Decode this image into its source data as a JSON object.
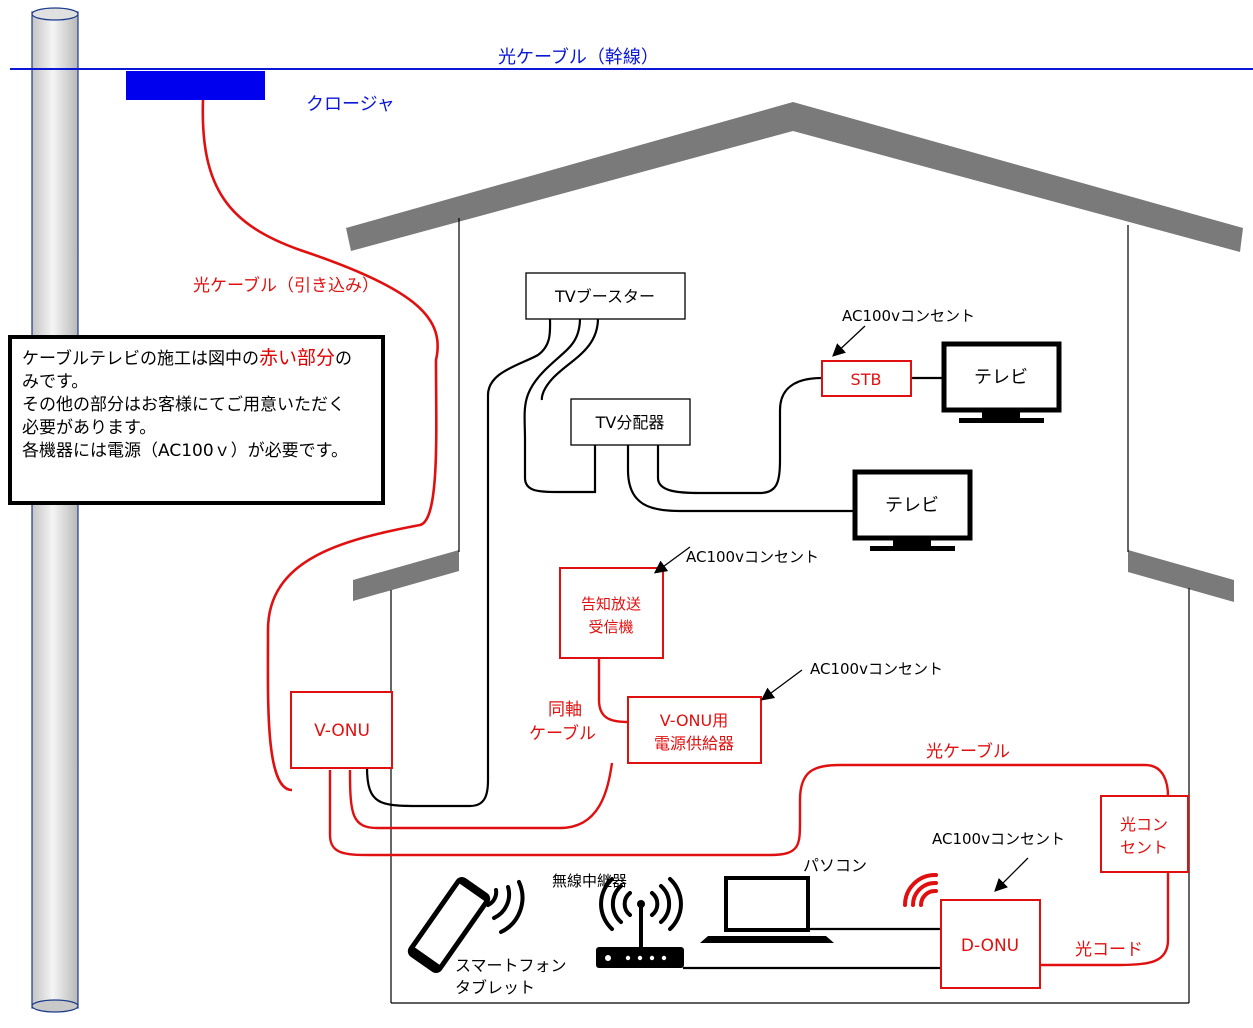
{
  "trunk_cable_label": "光ケーブル（幹線）",
  "closure_label": "クロージャ",
  "drop_cable_label": "光ケーブル（引き込み）",
  "notice": {
    "before": "ケーブルテレビの施工は図中の",
    "highlight": "赤い部分",
    "after": "の",
    "line2": "みです。",
    "line3": "その他の部分はお客様にてご用意いただく",
    "line4": "必要があります。",
    "line5": "各機器には電源（AC100ｖ）が必要です。"
  },
  "devices": {
    "tv_booster": "TVブースター",
    "tv_splitter": "TV分配器",
    "stb": "STB",
    "tv1": "テレビ",
    "tv2": "テレビ",
    "announce_receiver_line1": "告知放送",
    "announce_receiver_line2": "受信機",
    "vonu": "V-ONU",
    "vonu_power_line1": "V-ONU用",
    "vonu_power_line2": "電源供給器",
    "fiber_outlet_line1": "光コン",
    "fiber_outlet_line2": "セント",
    "donu": "D-ONU",
    "pc": "パソコン",
    "repeater": "無線中継器",
    "phone_line1": "スマートフォン",
    "phone_line2": "タブレット"
  },
  "outlet_labels": {
    "stb": "AC100vコンセント",
    "announce": "AC100vコンセント",
    "vonu_power": "AC100vコンセント",
    "donu": "AC100vコンセント"
  },
  "cable_labels": {
    "coax_line1": "同軸",
    "coax_line2": "ケーブル",
    "fiber": "光ケーブル",
    "fiber_cord": "光コード"
  },
  "colors": {
    "trunk_blue": "#0a17d4",
    "closure_blue": "#0000ee",
    "red": "#e01010",
    "roof_gray": "#7a7a7a"
  }
}
